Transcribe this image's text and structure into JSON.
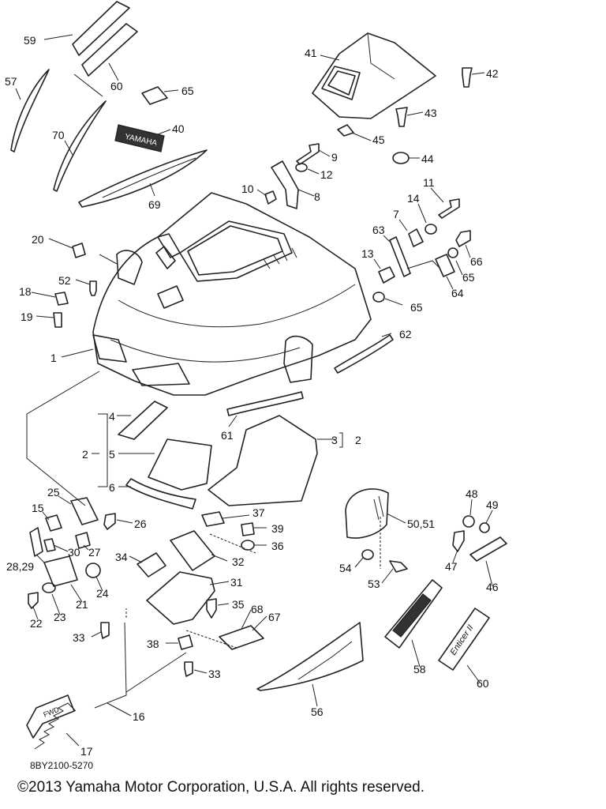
{
  "labels": [
    {
      "text": "59"
    },
    {
      "text": "60"
    },
    {
      "text": "57"
    },
    {
      "text": "65"
    },
    {
      "text": "40"
    },
    {
      "text": "70"
    },
    {
      "text": "69"
    },
    {
      "text": "41"
    },
    {
      "text": "42"
    },
    {
      "text": "43"
    },
    {
      "text": "45"
    },
    {
      "text": "44"
    },
    {
      "text": "9"
    },
    {
      "text": "12"
    },
    {
      "text": "10"
    },
    {
      "text": "8"
    },
    {
      "text": "11"
    },
    {
      "text": "14"
    },
    {
      "text": "7"
    },
    {
      "text": "63"
    },
    {
      "text": "13"
    },
    {
      "text": "66"
    },
    {
      "text": "65"
    },
    {
      "text": "64"
    },
    {
      "text": "65"
    },
    {
      "text": "62"
    },
    {
      "text": "20"
    },
    {
      "text": "52"
    },
    {
      "text": "18"
    },
    {
      "text": "19"
    },
    {
      "text": "1"
    },
    {
      "text": "4"
    },
    {
      "text": "2"
    },
    {
      "text": "5"
    },
    {
      "text": "6"
    },
    {
      "text": "61"
    },
    {
      "text": "3"
    },
    {
      "text": "2"
    },
    {
      "text": "25"
    },
    {
      "text": "15"
    },
    {
      "text": "26"
    },
    {
      "text": "30"
    },
    {
      "text": "27"
    },
    {
      "text": "28,29"
    },
    {
      "text": "37"
    },
    {
      "text": "39"
    },
    {
      "text": "36"
    },
    {
      "text": "34"
    },
    {
      "text": "32"
    },
    {
      "text": "24"
    },
    {
      "text": "21"
    },
    {
      "text": "22"
    },
    {
      "text": "23"
    },
    {
      "text": "31"
    },
    {
      "text": "35"
    },
    {
      "text": "33"
    },
    {
      "text": "68"
    },
    {
      "text": "67"
    },
    {
      "text": "38"
    },
    {
      "text": "33"
    },
    {
      "text": "16"
    },
    {
      "text": "17"
    },
    {
      "text": "50,51"
    },
    {
      "text": "48"
    },
    {
      "text": "49"
    },
    {
      "text": "47"
    },
    {
      "text": "54"
    },
    {
      "text": "53"
    },
    {
      "text": "46"
    },
    {
      "text": "58"
    },
    {
      "text": "60"
    },
    {
      "text": "56"
    }
  ],
  "decals": {
    "yamaha": "YAMAHA",
    "enticer": "Enticer II",
    "fwd": "FWD"
  },
  "part_number": "8BY2100-5270",
  "copyright": "©2013 Yamaha Motor Corporation, U.S.A. All rights reserved."
}
